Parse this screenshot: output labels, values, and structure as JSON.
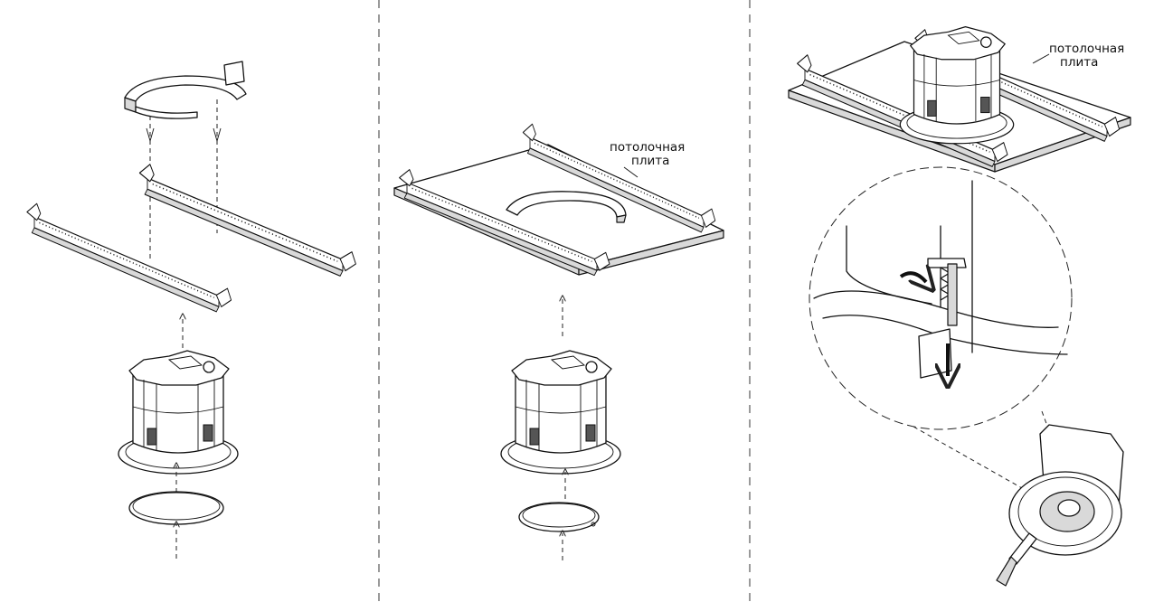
{
  "labels": {
    "panel2_tile_line1": "потолочная",
    "panel2_tile_line2": "плита",
    "panel3_tile_line1": "потолочная",
    "panel3_tile_line2": "плита"
  }
}
